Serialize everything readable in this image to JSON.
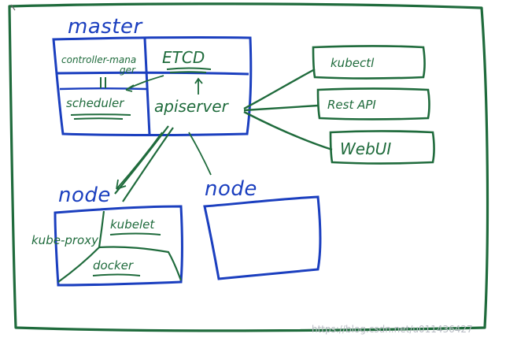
{
  "colors": {
    "green": "#1f6b3c",
    "blue": "#1b3fbf",
    "watermark": "#b8bcc4",
    "frame": "#1f6b3c"
  },
  "diagram": {
    "master_label": "master",
    "node_label_1": "node",
    "node_label_2": "node",
    "controller_manager_line1": "controller-mana",
    "controller_manager_line2": "ger",
    "etcd": "ETCD",
    "scheduler": "scheduler",
    "apiserver": "apiserver",
    "kubectl": "kubectl",
    "rest_api": "Rest API",
    "webui": "WebUI",
    "kube_proxy": "kube-proxy",
    "kubelet": "kubelet",
    "docker": "docker"
  },
  "watermark": "https://blog.csdn.net/u011436427"
}
